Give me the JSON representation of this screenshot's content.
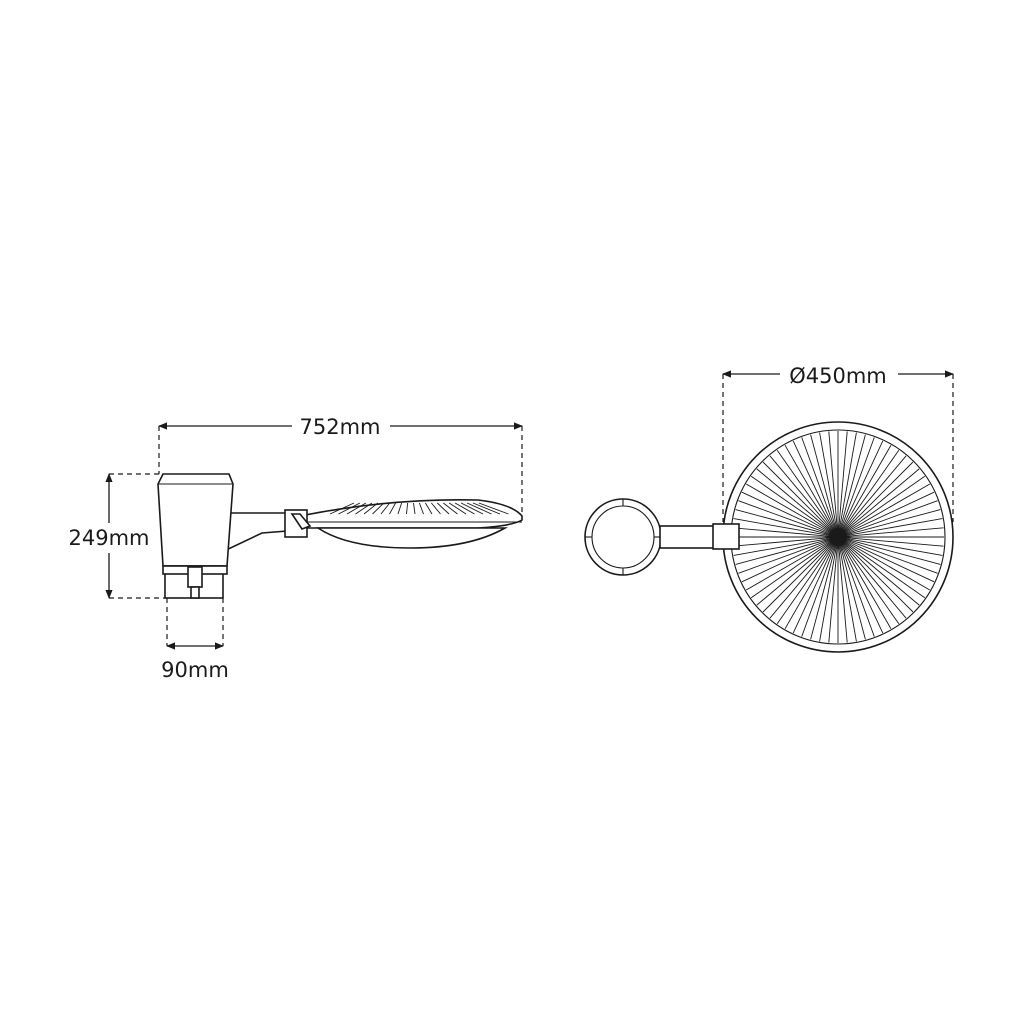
{
  "dimensions": {
    "length": "752mm",
    "height": "249mm",
    "width": "90mm",
    "diameter": "Ø450mm"
  },
  "colors": {
    "line": "#1a1a1a",
    "background": "#ffffff"
  }
}
